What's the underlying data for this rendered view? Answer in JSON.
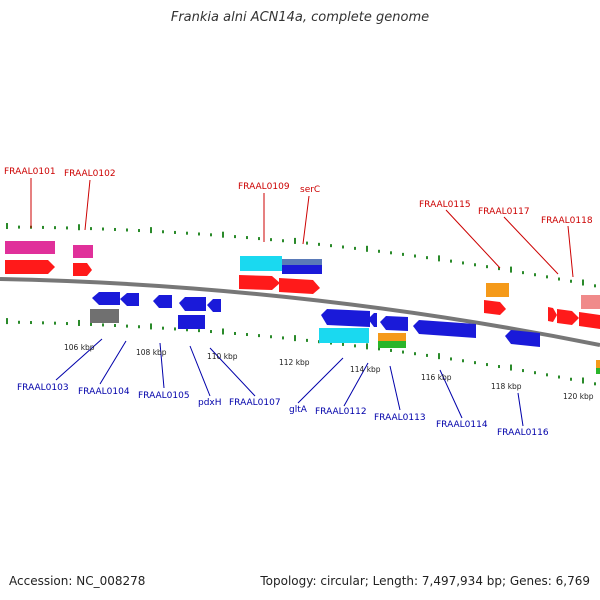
{
  "title": "Frankia alni ACN14a, complete genome",
  "footer": {
    "accession": "Accession: NC_008278",
    "topology": "Topology: circular; Length: 7,497,934 bp; Genes: 6,769"
  },
  "colors": {
    "backbone": "#777777",
    "forward_label": "#cc0000",
    "reverse_label": "#0000aa",
    "feature_red": "#ff1a1a",
    "feature_pink": "#e0309a",
    "feature_cyan": "#1ad9f0",
    "feature_blue": "#1a1ad9",
    "feature_gray": "#707070",
    "feature_orange": "#f59a1a",
    "feature_green": "#2ab52a",
    "tick_green": "#2a8a2a"
  },
  "scale_labels": [
    "106 kbp",
    "108 kbp",
    "110 kbp",
    "112 kbp",
    "114 kbp",
    "116 kbp",
    "118 kbp",
    "120 kbp"
  ],
  "forward_genes": [
    "FRAAL0101",
    "FRAAL0102",
    "FRAAL0109",
    "serC",
    "FRAAL0115",
    "FRAAL0117",
    "FRAAL0118"
  ],
  "reverse_genes": [
    "FRAAL0103",
    "FRAAL0104",
    "FRAAL0105",
    "pdxH",
    "FRAAL0107",
    "gltA",
    "FRAAL0112",
    "FRAAL0113",
    "FRAAL0114",
    "FRAAL0116"
  ]
}
